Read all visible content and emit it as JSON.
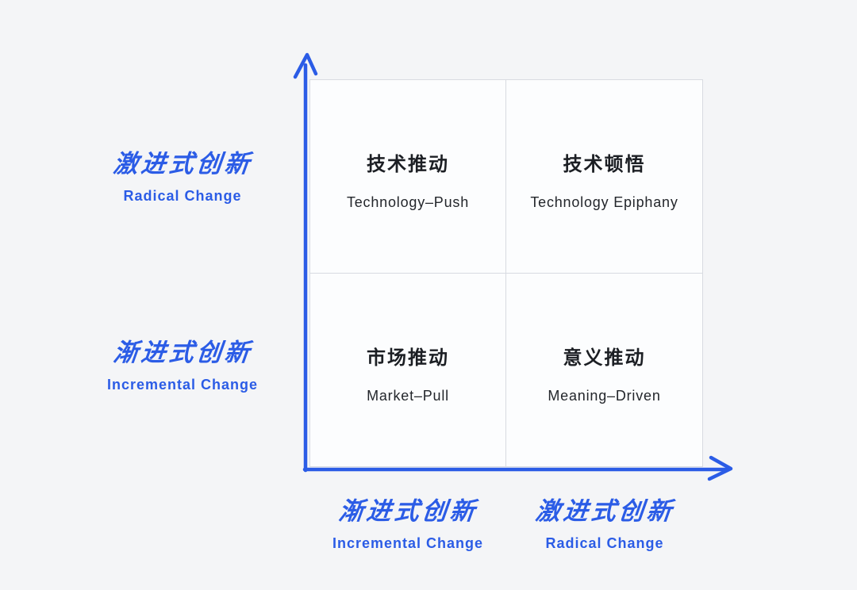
{
  "diagram": {
    "type": "quadrant-matrix",
    "quadrants": {
      "top_left": {
        "zh": "技术推动",
        "en": "Technology–Push"
      },
      "top_right": {
        "zh": "技术顿悟",
        "en": "Technology Epiphany"
      },
      "bottom_left": {
        "zh": "市场推动",
        "en": "Market–Pull"
      },
      "bottom_right": {
        "zh": "意义推动",
        "en": "Meaning–Driven"
      }
    },
    "y_axis": {
      "top": {
        "zh": "激进式创新",
        "en": "Radical Change"
      },
      "bottom": {
        "zh": "渐进式创新",
        "en": "Incremental Change"
      }
    },
    "x_axis": {
      "left": {
        "zh": "渐进式创新",
        "en": "Incremental Change"
      },
      "right": {
        "zh": "激进式创新",
        "en": "Radical Change"
      }
    },
    "colors": {
      "accent_blue": "#2b5ce6",
      "grid_border": "#d8dbe1",
      "cell_background": "#fcfdfe",
      "page_background": "#f4f5f7",
      "text_dark": "#1c1f24"
    }
  }
}
